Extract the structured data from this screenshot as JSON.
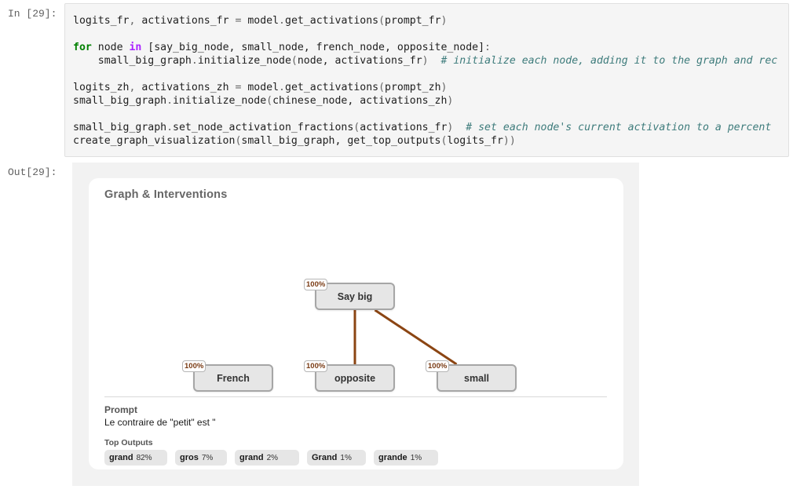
{
  "input_prompt": "In [29]:",
  "output_prompt": "Out[29]:",
  "code_lines": [
    [
      {
        "t": "logits_fr"
      },
      {
        "t": ", ",
        "c": "tok-op"
      },
      {
        "t": "activations_fr "
      },
      {
        "t": "=",
        "c": "tok-op"
      },
      {
        "t": " model"
      },
      {
        "t": ".",
        "c": "tok-op"
      },
      {
        "t": "get_activations"
      },
      {
        "t": "(",
        "c": "tok-op"
      },
      {
        "t": "prompt_fr"
      },
      {
        "t": ")",
        "c": "tok-op"
      }
    ],
    [],
    [
      {
        "t": "for",
        "c": "tok-kw"
      },
      {
        "t": " node "
      },
      {
        "t": "in",
        "c": "tok-in"
      },
      {
        "t": " [say_big_node, small_node, french_node, opposite_node]"
      },
      {
        "t": ":",
        "c": "tok-op"
      }
    ],
    [
      {
        "t": "    small_big_graph"
      },
      {
        "t": ".",
        "c": "tok-op"
      },
      {
        "t": "initialize_node"
      },
      {
        "t": "(",
        "c": "tok-op"
      },
      {
        "t": "node, activations_fr"
      },
      {
        "t": ")",
        "c": "tok-op"
      },
      {
        "t": "  # initialize each node, adding it to the graph and rec",
        "c": "tok-cm"
      }
    ],
    [],
    [
      {
        "t": "logits_zh"
      },
      {
        "t": ", ",
        "c": "tok-op"
      },
      {
        "t": "activations_zh "
      },
      {
        "t": "=",
        "c": "tok-op"
      },
      {
        "t": " model"
      },
      {
        "t": ".",
        "c": "tok-op"
      },
      {
        "t": "get_activations"
      },
      {
        "t": "(",
        "c": "tok-op"
      },
      {
        "t": "prompt_zh"
      },
      {
        "t": ")",
        "c": "tok-op"
      }
    ],
    [
      {
        "t": "small_big_graph"
      },
      {
        "t": ".",
        "c": "tok-op"
      },
      {
        "t": "initialize_node"
      },
      {
        "t": "(",
        "c": "tok-op"
      },
      {
        "t": "chinese_node, activations_zh"
      },
      {
        "t": ")",
        "c": "tok-op"
      }
    ],
    [],
    [
      {
        "t": "small_big_graph"
      },
      {
        "t": ".",
        "c": "tok-op"
      },
      {
        "t": "set_node_activation_fractions"
      },
      {
        "t": "(",
        "c": "tok-op"
      },
      {
        "t": "activations_fr"
      },
      {
        "t": ")",
        "c": "tok-op"
      },
      {
        "t": "  # set each node's current activation to a percent",
        "c": "tok-cm"
      }
    ],
    [
      {
        "t": "create_graph_visualization"
      },
      {
        "t": "(",
        "c": "tok-op"
      },
      {
        "t": "small_big_graph, get_top_outputs"
      },
      {
        "t": "(",
        "c": "tok-op"
      },
      {
        "t": "logits_fr"
      },
      {
        "t": "))",
        "c": "tok-op"
      }
    ]
  ],
  "graph": {
    "title": "Graph & Interventions",
    "edge_color": "#8b4513",
    "nodes": [
      {
        "id": "say_big",
        "label": "Say big",
        "activation": "100%"
      },
      {
        "id": "french",
        "label": "French",
        "activation": "100%"
      },
      {
        "id": "opposite",
        "label": "opposite",
        "activation": "100%"
      },
      {
        "id": "small",
        "label": "small",
        "activation": "100%"
      }
    ],
    "edges": [
      {
        "from": "say_big",
        "to": "opposite"
      },
      {
        "from": "say_big",
        "to": "small"
      }
    ]
  },
  "prompt": {
    "heading": "Prompt",
    "text": "Le contraire de \"petit\" est \""
  },
  "top_outputs": {
    "heading": "Top Outputs",
    "items": [
      {
        "token": "grand",
        "pct": "82%"
      },
      {
        "token": "gros",
        "pct": "7%"
      },
      {
        "token": "grand",
        "pct": "2%"
      },
      {
        "token": "Grand",
        "pct": "1%"
      },
      {
        "token": "grande",
        "pct": "1%"
      }
    ]
  }
}
